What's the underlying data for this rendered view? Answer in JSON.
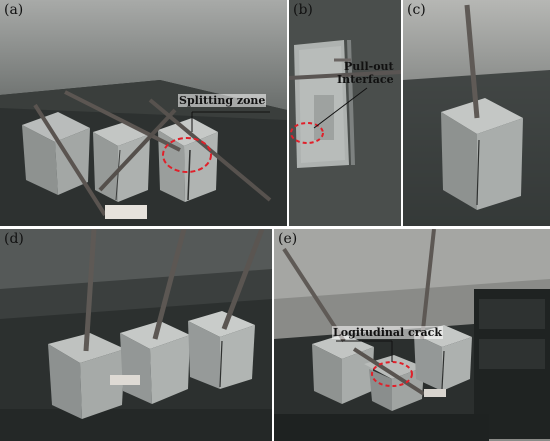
{
  "panels": {
    "a": {
      "label": "(a)",
      "annotation": "Splitting zone"
    },
    "b": {
      "label": "(b)",
      "annotation_line1": "Pull-out",
      "annotation_line2": "Interface"
    },
    "c": {
      "label": "(c)"
    },
    "d": {
      "label": "(d)"
    },
    "e": {
      "label": "(e)",
      "annotation": "Logitudinal crack"
    }
  },
  "colors": {
    "marker": "#e0202a",
    "leader": "#111111"
  }
}
